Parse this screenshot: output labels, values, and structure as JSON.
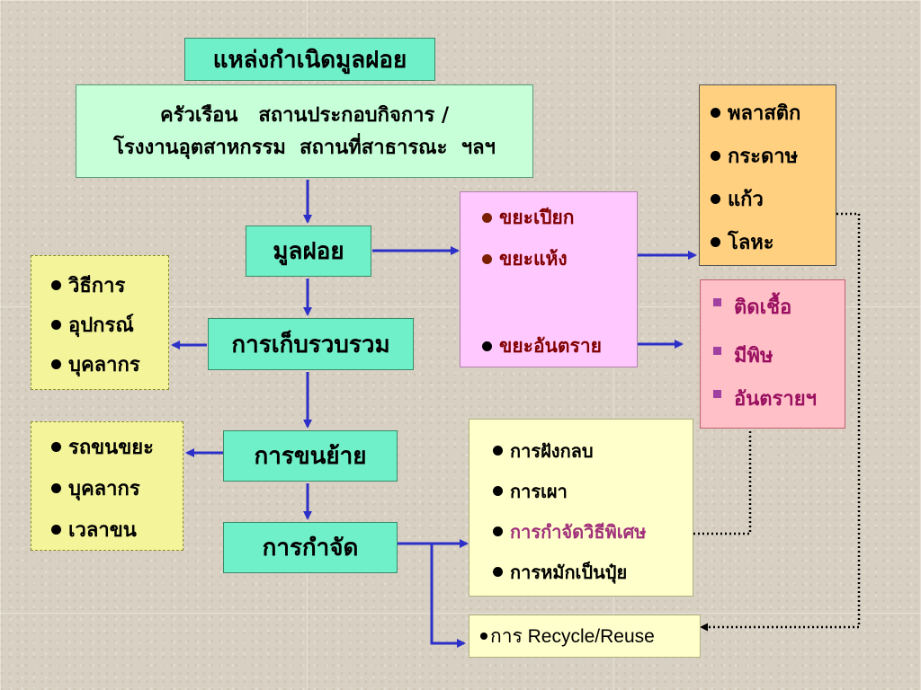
{
  "title": "แหล่งกำเนิดมูลฝอย",
  "sources": {
    "line1": "ครัวเรือน   สถานประกอบกิจการ /",
    "line2": "โรงงานอุตสาหกรรม  สถานที่สาธารณะ  ฯลฯ"
  },
  "flow": {
    "waste": "มูลฝอย",
    "collection": "การเก็บรวบรวม",
    "transport": "การขนย้าย",
    "disposal": "การกำจัด"
  },
  "collection_factors": [
    "วิธีการ",
    "อุปกรณ์",
    "บุคลากร"
  ],
  "transport_factors": [
    "รถขนขยะ",
    "บุคลากร",
    "เวลาขน"
  ],
  "waste_types": [
    "ขยะเปียก",
    "ขยะแห้ง",
    "ขยะอันตราย"
  ],
  "dry_waste": [
    "พลาสติก",
    "กระดาษ",
    "แก้ว",
    "โลหะ"
  ],
  "hazardous_waste": [
    "ติดเชื้อ",
    "มีพิษ",
    "อันตรายฯ"
  ],
  "disposal_methods": [
    "การฝังกลบ",
    "การเผา",
    "การกำจัดวิธีพิเศษ",
    "การหมักเป็นปุ๋ย"
  ],
  "recycle": "การ Recycle/Reuse",
  "colors": {
    "arrow": "#2c30c8",
    "dotted": "#000000",
    "waste_text": "#800000",
    "hazard_text": "#9a1060",
    "special_text": "#a0307a",
    "bullet_hazard": "#a040a0"
  }
}
